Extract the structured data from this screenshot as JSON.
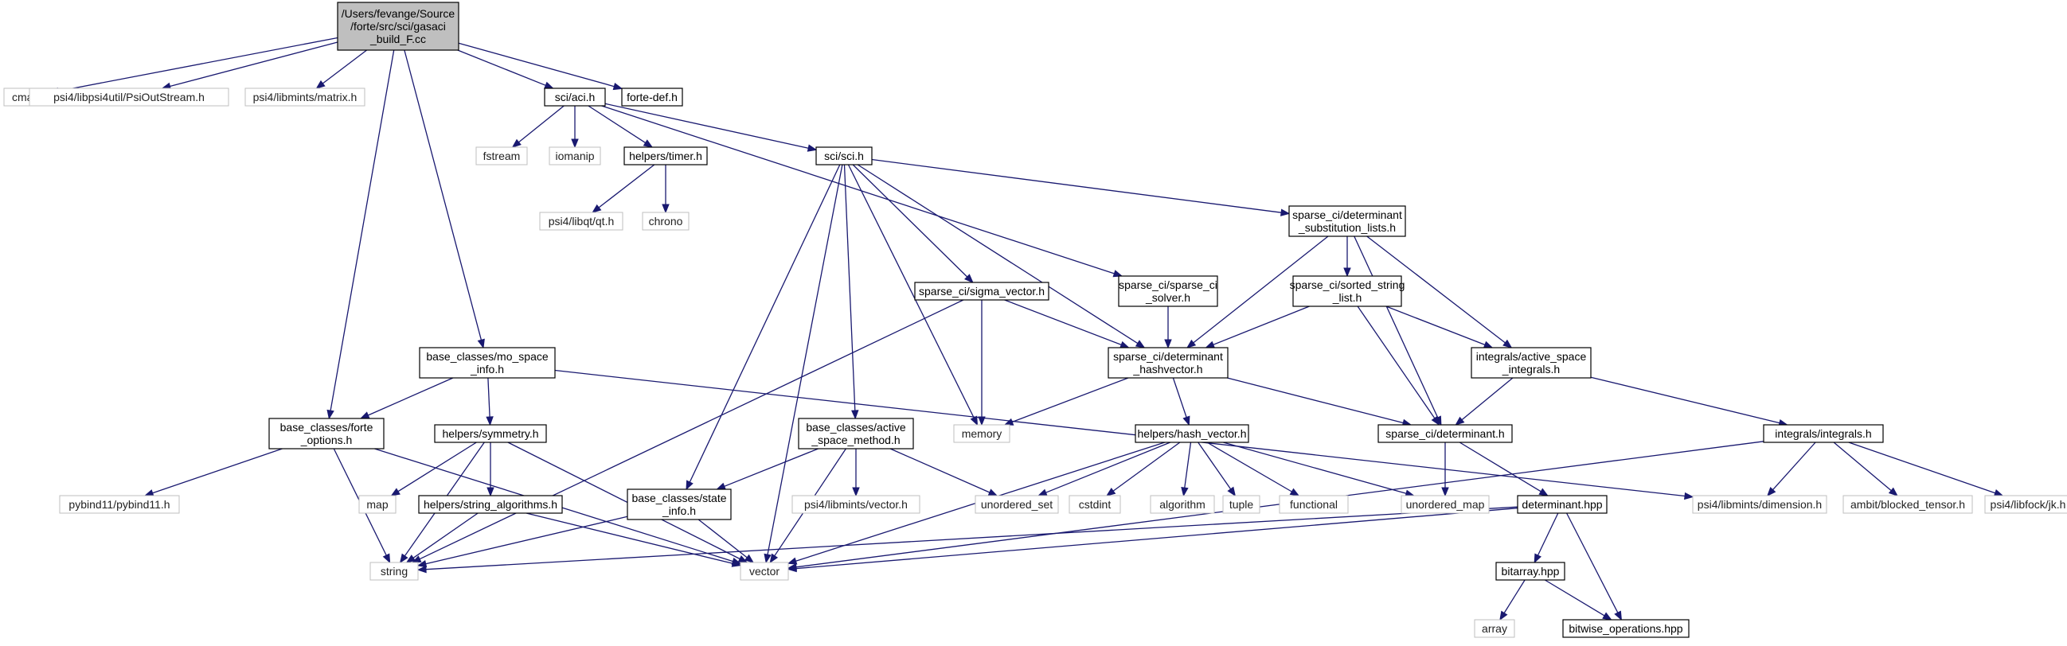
{
  "graph": {
    "nodes": [
      {
        "id": "root",
        "lines": [
          "/Users/fevange/Source",
          "/forte/src/sci/gasaci",
          "_build_F.cc"
        ],
        "style": "root"
      },
      {
        "id": "cmath",
        "lines": [
          "cmath"
        ],
        "style": "ext"
      },
      {
        "id": "psioutstream",
        "lines": [
          "psi4/libpsi4util/PsiOutStream.h"
        ],
        "style": "ext"
      },
      {
        "id": "matrix",
        "lines": [
          "psi4/libmints/matrix.h"
        ],
        "style": "ext"
      },
      {
        "id": "aci",
        "lines": [
          "sci/aci.h"
        ],
        "style": "local"
      },
      {
        "id": "fortedef",
        "lines": [
          "forte-def.h"
        ],
        "style": "local"
      },
      {
        "id": "fstream",
        "lines": [
          "fstream"
        ],
        "style": "ext"
      },
      {
        "id": "iomanip",
        "lines": [
          "iomanip"
        ],
        "style": "ext"
      },
      {
        "id": "timer",
        "lines": [
          "helpers/timer.h"
        ],
        "style": "local"
      },
      {
        "id": "sci",
        "lines": [
          "sci/sci.h"
        ],
        "style": "local"
      },
      {
        "id": "qt",
        "lines": [
          "psi4/libqt/qt.h"
        ],
        "style": "ext"
      },
      {
        "id": "chrono",
        "lines": [
          "chrono"
        ],
        "style": "ext"
      },
      {
        "id": "detsub",
        "lines": [
          "sparse_ci/determinant",
          "_substitution_lists.h"
        ],
        "style": "local"
      },
      {
        "id": "sigma",
        "lines": [
          "sparse_ci/sigma_vector.h"
        ],
        "style": "local"
      },
      {
        "id": "sparsesolver",
        "lines": [
          "sparse_ci/sparse_ci",
          "_solver.h"
        ],
        "style": "local"
      },
      {
        "id": "sortedstr",
        "lines": [
          "sparse_ci/sorted_string",
          "_list.h"
        ],
        "style": "local"
      },
      {
        "id": "mospace",
        "lines": [
          "base_classes/mo_space",
          "_info.h"
        ],
        "style": "local"
      },
      {
        "id": "dethash",
        "lines": [
          "sparse_ci/determinant",
          "_hashvector.h"
        ],
        "style": "local"
      },
      {
        "id": "activeints",
        "lines": [
          "integrals/active_space",
          "_integrals.h"
        ],
        "style": "local"
      },
      {
        "id": "forteopts",
        "lines": [
          "base_classes/forte",
          "_options.h"
        ],
        "style": "local"
      },
      {
        "id": "symmetry",
        "lines": [
          "helpers/symmetry.h"
        ],
        "style": "local"
      },
      {
        "id": "activemethod",
        "lines": [
          "base_classes/active",
          "_space_method.h"
        ],
        "style": "local"
      },
      {
        "id": "memory",
        "lines": [
          "memory"
        ],
        "style": "ext"
      },
      {
        "id": "hashvec",
        "lines": [
          "helpers/hash_vector.h"
        ],
        "style": "local"
      },
      {
        "id": "determinant",
        "lines": [
          "sparse_ci/determinant.h"
        ],
        "style": "local"
      },
      {
        "id": "integrals",
        "lines": [
          "integrals/integrals.h"
        ],
        "style": "local"
      },
      {
        "id": "pybind",
        "lines": [
          "pybind11/pybind11.h"
        ],
        "style": "ext"
      },
      {
        "id": "map",
        "lines": [
          "map"
        ],
        "style": "ext"
      },
      {
        "id": "stralg",
        "lines": [
          "helpers/string_algorithms.h"
        ],
        "style": "local"
      },
      {
        "id": "stateinfo",
        "lines": [
          "base_classes/state",
          "_info.h"
        ],
        "style": "local"
      },
      {
        "id": "vectorh",
        "lines": [
          "psi4/libmints/vector.h"
        ],
        "style": "ext"
      },
      {
        "id": "unordset",
        "lines": [
          "unordered_set"
        ],
        "style": "ext"
      },
      {
        "id": "cstdint",
        "lines": [
          "cstdint"
        ],
        "style": "ext"
      },
      {
        "id": "algorithm",
        "lines": [
          "algorithm"
        ],
        "style": "ext"
      },
      {
        "id": "tuple",
        "lines": [
          "tuple"
        ],
        "style": "ext"
      },
      {
        "id": "functional",
        "lines": [
          "functional"
        ],
        "style": "ext"
      },
      {
        "id": "unordmap",
        "lines": [
          "unordered_map"
        ],
        "style": "ext"
      },
      {
        "id": "dethpp",
        "lines": [
          "determinant.hpp"
        ],
        "style": "local"
      },
      {
        "id": "dimension",
        "lines": [
          "psi4/libmints/dimension.h"
        ],
        "style": "ext"
      },
      {
        "id": "blocked",
        "lines": [
          "ambit/blocked_tensor.h"
        ],
        "style": "ext"
      },
      {
        "id": "jk",
        "lines": [
          "psi4/libfock/jk.h"
        ],
        "style": "ext"
      },
      {
        "id": "string",
        "lines": [
          "string"
        ],
        "style": "ext"
      },
      {
        "id": "vector",
        "lines": [
          "vector"
        ],
        "style": "ext"
      },
      {
        "id": "bitarray",
        "lines": [
          "bitarray.hpp"
        ],
        "style": "local"
      },
      {
        "id": "array",
        "lines": [
          "array"
        ],
        "style": "ext"
      },
      {
        "id": "bitwise",
        "lines": [
          "bitwise_operations.hpp"
        ],
        "style": "local"
      }
    ],
    "edges": [
      [
        "root",
        "cmath"
      ],
      [
        "root",
        "psioutstream"
      ],
      [
        "root",
        "matrix"
      ],
      [
        "root",
        "aci"
      ],
      [
        "root",
        "fortedef"
      ],
      [
        "root",
        "forteopts"
      ],
      [
        "root",
        "mospace"
      ],
      [
        "aci",
        "fstream"
      ],
      [
        "aci",
        "iomanip"
      ],
      [
        "aci",
        "timer"
      ],
      [
        "aci",
        "sci"
      ],
      [
        "aci",
        "sparsesolver"
      ],
      [
        "timer",
        "qt"
      ],
      [
        "timer",
        "chrono"
      ],
      [
        "sci",
        "detsub"
      ],
      [
        "sci",
        "sigma"
      ],
      [
        "sci",
        "dethash"
      ],
      [
        "sci",
        "memory"
      ],
      [
        "sci",
        "activemethod"
      ],
      [
        "sci",
        "stateinfo"
      ],
      [
        "sci",
        "vector"
      ],
      [
        "detsub",
        "sortedstr"
      ],
      [
        "detsub",
        "dethash"
      ],
      [
        "detsub",
        "activeints"
      ],
      [
        "detsub",
        "determinant"
      ],
      [
        "sigma",
        "dethash"
      ],
      [
        "sigma",
        "memory"
      ],
      [
        "sigma",
        "string"
      ],
      [
        "sparsesolver",
        "dethash"
      ],
      [
        "sortedstr",
        "dethash"
      ],
      [
        "sortedstr",
        "activeints"
      ],
      [
        "sortedstr",
        "determinant"
      ],
      [
        "mospace",
        "forteopts"
      ],
      [
        "mospace",
        "symmetry"
      ],
      [
        "mospace",
        "dimension"
      ],
      [
        "dethash",
        "memory"
      ],
      [
        "dethash",
        "hashvec"
      ],
      [
        "dethash",
        "determinant"
      ],
      [
        "activeints",
        "determinant"
      ],
      [
        "activeints",
        "integrals"
      ],
      [
        "forteopts",
        "pybind"
      ],
      [
        "forteopts",
        "string"
      ],
      [
        "forteopts",
        "vector"
      ],
      [
        "symmetry",
        "map"
      ],
      [
        "symmetry",
        "stralg"
      ],
      [
        "symmetry",
        "string"
      ],
      [
        "symmetry",
        "vector"
      ],
      [
        "activemethod",
        "stateinfo"
      ],
      [
        "activemethod",
        "vectorh"
      ],
      [
        "activemethod",
        "unordset"
      ],
      [
        "activemethod",
        "vector"
      ],
      [
        "hashvec",
        "unordset"
      ],
      [
        "hashvec",
        "cstdint"
      ],
      [
        "hashvec",
        "algorithm"
      ],
      [
        "hashvec",
        "tuple"
      ],
      [
        "hashvec",
        "functional"
      ],
      [
        "hashvec",
        "unordmap"
      ],
      [
        "hashvec",
        "vector"
      ],
      [
        "determinant",
        "unordmap"
      ],
      [
        "determinant",
        "dethpp"
      ],
      [
        "integrals",
        "dimension"
      ],
      [
        "integrals",
        "blocked"
      ],
      [
        "integrals",
        "jk"
      ],
      [
        "integrals",
        "vector"
      ],
      [
        "stralg",
        "string"
      ],
      [
        "stralg",
        "vector"
      ],
      [
        "stateinfo",
        "string"
      ],
      [
        "stateinfo",
        "vector"
      ],
      [
        "dethpp",
        "string"
      ],
      [
        "dethpp",
        "vector"
      ],
      [
        "dethpp",
        "bitarray"
      ],
      [
        "dethpp",
        "bitwise"
      ],
      [
        "bitarray",
        "array"
      ],
      [
        "bitarray",
        "bitwise"
      ]
    ]
  }
}
